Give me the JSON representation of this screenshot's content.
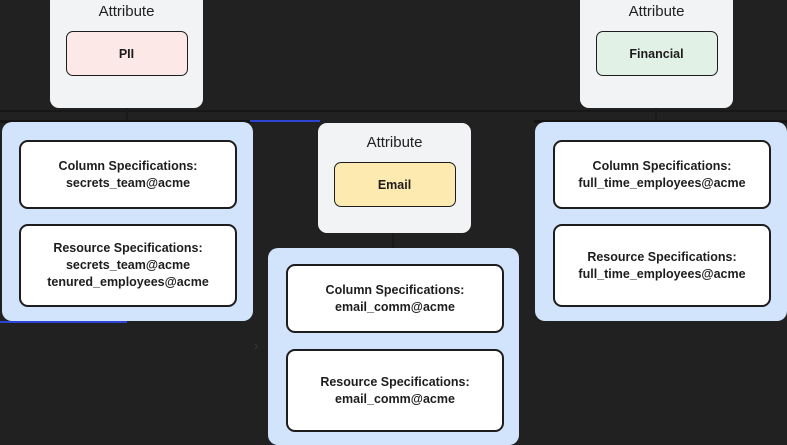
{
  "canvas": {
    "background": "#212121",
    "panel_blue": "#d2e3fc",
    "card_gray": "#f1f3f4",
    "accent_blue": "#2b44d6",
    "border_dark": "#1d1d1d"
  },
  "attributes": [
    {
      "id": "pii",
      "title": "Attribute",
      "value": "PII",
      "color": "#fce8e6"
    },
    {
      "id": "email",
      "title": "Attribute",
      "value": "Email",
      "color": "#fdeab0"
    },
    {
      "id": "financial",
      "title": "Attribute",
      "value": "Financial",
      "color": "#e2f1e6"
    }
  ],
  "spec_groups": [
    {
      "id": "pii-specs",
      "column": {
        "label": "Column Specifications:",
        "items": [
          "secrets_team@acme"
        ]
      },
      "resource": {
        "label": "Resource Specifications:",
        "items": [
          "secrets_team@acme",
          "tenured_employees@acme"
        ]
      }
    },
    {
      "id": "email-specs",
      "column": {
        "label": "Column Specifications:",
        "items": [
          "email_comm@acme"
        ]
      },
      "resource": {
        "label": "Resource Specifications:",
        "items": [
          "email_comm@acme"
        ]
      }
    },
    {
      "id": "financial-specs",
      "column": {
        "label": "Column Specifications:",
        "items": [
          "full_time_employees@acme"
        ]
      },
      "resource": {
        "label": "Resource Specifications:",
        "items": [
          "full_time_employees@acme"
        ]
      }
    }
  ],
  "markers": {
    "collapse_chevron": "›"
  }
}
